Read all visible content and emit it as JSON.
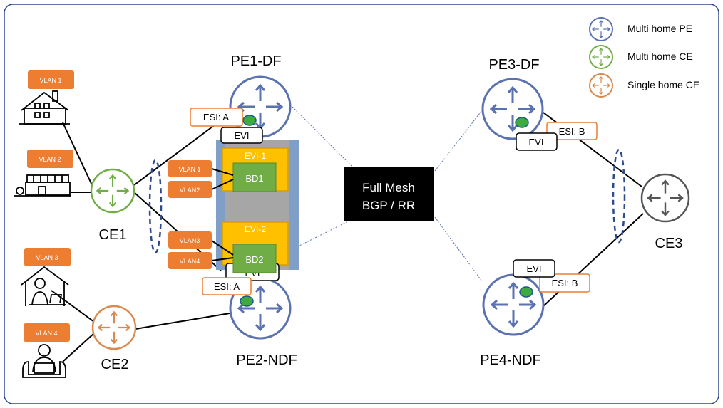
{
  "legend": [
    {
      "label": "Multi home PE",
      "color": "#5a72b0"
    },
    {
      "label": "Multi home CE",
      "color": "#70ad47"
    },
    {
      "label": "Single home CE",
      "color": "#d9894e"
    }
  ],
  "routers": {
    "pe1": "PE1-DF",
    "pe2": "PE2-NDF",
    "pe3": "PE3-DF",
    "pe4": "PE4-NDF",
    "ce1": "CE1",
    "ce2": "CE2",
    "ce3": "CE3"
  },
  "core": {
    "line1": "Full Mesh",
    "line2": "BGP / RR"
  },
  "vlans": {
    "site1": "VLAN 1",
    "site2": "VLAN 2",
    "site3": "VLAN 3",
    "site4": "VLAN 4",
    "pe1_a": "VLAN 1",
    "pe1_b": "VLAN2",
    "pe2_a": "VLAN3",
    "pe2_b": "VLAN4"
  },
  "esi": {
    "pe1": "ESI: A",
    "pe2": "ESI: A",
    "pe3": "ESI: B",
    "pe4": "ESI: B"
  },
  "evi": {
    "pe1": "EVI",
    "pe2": "EVI",
    "pe3": "EVI",
    "pe4": "EVI"
  },
  "instances": {
    "evi1": "EVI-1",
    "evi2": "EVI-2",
    "bd1": "BD1",
    "bd2": "BD2"
  },
  "colors": {
    "pe": "#5a72b0",
    "multi_ce": "#70ad47",
    "single_ce": "#d9894e",
    "ce3": "#555555",
    "vlan_tag": "#ed7d31",
    "evi_box": "#ffc000",
    "bd_box": "#70ad47",
    "core_box": "#000000",
    "frame": "#2f4a8a"
  }
}
